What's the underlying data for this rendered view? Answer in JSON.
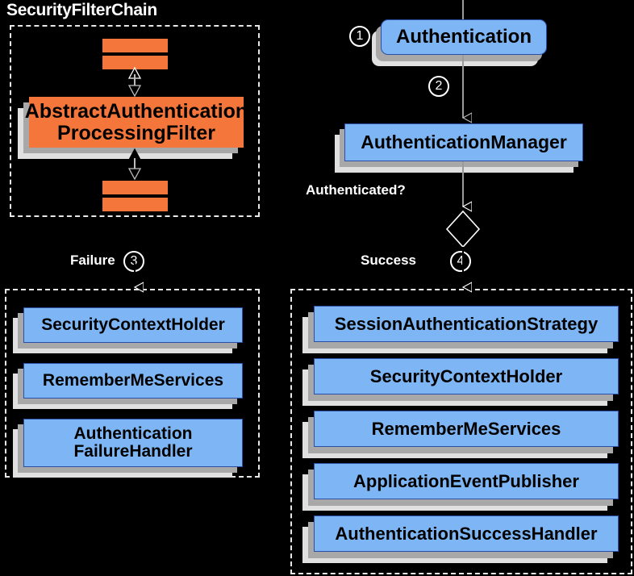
{
  "diagram": {
    "title": "Spring Security authentication flow",
    "background": "#000000",
    "colors": {
      "blue_fill": "#7eb6f5",
      "blue_border": "#2b4ea8",
      "orange_fill": "#f4763b",
      "shadow_dark": "#a8a8a8",
      "shadow_light": "#e0e0e0",
      "outline": "#ffffff"
    }
  },
  "filter_chain": {
    "title": "SecurityFilterChain",
    "focus_node": "AbstractAuthentication\nProcessingFilter",
    "focus_node_line1": "AbstractAuthentication",
    "focus_node_line2": "ProcessingFilter",
    "anonymous_filters_above": 2,
    "anonymous_filters_below": 2
  },
  "flow": {
    "step1_label": "1",
    "step1_node": "Authentication",
    "step2_label": "2",
    "step2_node": "AuthenticationManager",
    "decision_label": "Authenticated?",
    "failure_label": "Failure",
    "failure_step": "3",
    "success_label": "Success",
    "success_step": "4"
  },
  "failure_group": {
    "items": [
      {
        "label": "SecurityContextHolder",
        "lines": [
          "SecurityContextHolder"
        ]
      },
      {
        "label": "RememberMeServices",
        "lines": [
          "RememberMeServices"
        ]
      },
      {
        "label": "AuthenticationFailureHandler",
        "lines": [
          "Authentication",
          "FailureHandler"
        ]
      }
    ]
  },
  "success_group": {
    "items": [
      {
        "label": "SessionAuthenticationStrategy"
      },
      {
        "label": "SecurityContextHolder"
      },
      {
        "label": "RememberMeServices"
      },
      {
        "label": "ApplicationEventPublisher"
      },
      {
        "label": "AuthenticationSuccessHandler"
      }
    ]
  }
}
